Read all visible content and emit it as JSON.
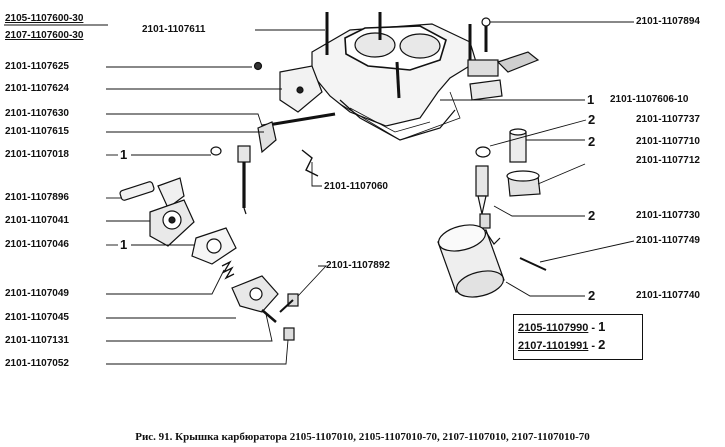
{
  "header_refs": [
    "2105-1107600-30",
    "2107-1107600-30"
  ],
  "labels": {
    "l_611": "2101-1107611",
    "l_625": "2101-1107625",
    "l_624": "2101-1107624",
    "l_630": "2101-1107630",
    "l_615": "2101-1107615",
    "l_018": "2101-1107018",
    "l_896": "2101-1107896",
    "l_041": "2101-1107041",
    "l_046": "2101-1107046",
    "l_049": "2101-1107049",
    "l_045": "2101-1107045",
    "l_131": "2101-1107131",
    "l_052": "2101-1107052",
    "l_060": "2101-1107060",
    "l_892": "2101-1107892",
    "r_894": "2101-1107894",
    "r_606": "2101-1107606-10",
    "r_737": "2101-1107737",
    "r_710": "2101-1107710",
    "r_712": "2101-1107712",
    "r_730": "2101-1107730",
    "r_749": "2101-1107749",
    "r_740": "2101-1107740"
  },
  "markers": {
    "m_018": "1",
    "m_046": "1",
    "m_606": "1",
    "m_737": "2",
    "m_710": "2",
    "m_730": "2",
    "m_740": "2"
  },
  "legend": [
    {
      "code": "2105-1107990",
      "sep": "-",
      "mark": "1"
    },
    {
      "code": "2107-1101991",
      "sep": "-",
      "mark": "2"
    }
  ],
  "caption": "Рис. 91. Крышка карбюратора 2105-1107010, 2105-1107010-70, 2107-1107010, 2107-1107010-70"
}
